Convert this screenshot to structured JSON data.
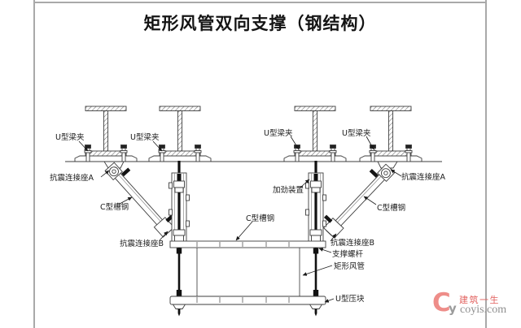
{
  "title": "矩形风管双向支撑（钢结构）",
  "labels": {
    "u_beam_clamp": "U型梁夹",
    "seismic_seat_a": "抗震连接座A",
    "seismic_seat_b": "抗震连接座B",
    "c_channel": "C型槽钢",
    "stiffening_device": "加劲装置",
    "support_screw": "支撑螺杆",
    "rect_duct": "矩形风管",
    "u_clamp_block": "U型压块"
  },
  "watermark": {
    "logo_letter_c": "C",
    "logo_letter_y": "y",
    "brand": "建筑一生",
    "site": "coyis.com"
  },
  "colors": {
    "drawing_line": "#3d3d3d",
    "frame_line": "#a9a9a9",
    "watermark_red": "#ee8d89",
    "watermark_gray": "#8f8f8f"
  }
}
